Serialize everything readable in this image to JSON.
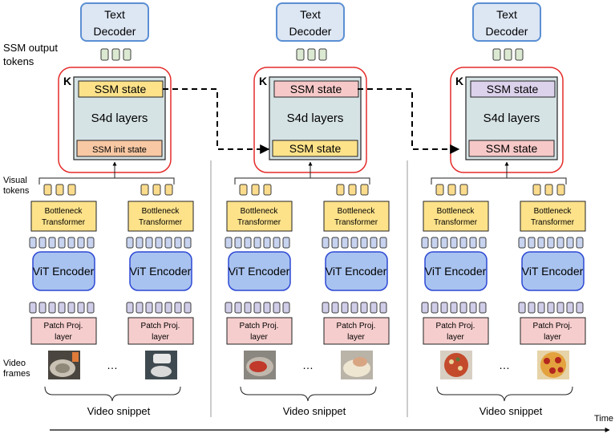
{
  "left_labels": {
    "ssm_output_tokens": [
      "SSM output",
      "tokens"
    ],
    "visual_tokens": [
      "Visual",
      "tokens"
    ],
    "video_frames": [
      "Video",
      "frames"
    ]
  },
  "panels": [
    {
      "text_decoder": [
        "Text",
        "Decoder"
      ],
      "k_label": "K",
      "ssm_top_state": "SSM state",
      "s4d_label": "S4d layers",
      "ssm_bottom_state": "SSM init state",
      "bottleneck": [
        "Bottleneck",
        "Transformer"
      ],
      "vit": "ViT Encoder",
      "patch_proj": [
        "Patch Proj.",
        "layer"
      ],
      "ellipsis": "…",
      "snippet": "Video snippet",
      "colors": {
        "top_state": "#fde28a",
        "bottom_state": "#f7c8a3"
      },
      "frames": [
        "kitchen mixer bowl",
        "stand mixer"
      ]
    },
    {
      "text_decoder": [
        "Text",
        "Decoder"
      ],
      "k_label": "K",
      "ssm_top_state": "SSM state",
      "s4d_label": "S4d layers",
      "ssm_bottom_state": "SSM state",
      "bottleneck": [
        "Bottleneck",
        "Transformer"
      ],
      "vit": "ViT Encoder",
      "patch_proj": [
        "Patch Proj.",
        "layer"
      ],
      "ellipsis": "…",
      "snippet": "Video snippet",
      "colors": {
        "top_state": "#f6c9c8",
        "bottom_state": "#fde28a"
      },
      "frames": [
        "sauce on dough",
        "hand kneading dough"
      ]
    },
    {
      "text_decoder": [
        "Text",
        "Decoder"
      ],
      "k_label": "K",
      "ssm_top_state": "SSM state",
      "s4d_label": "S4d layers",
      "ssm_bottom_state": "SSM state",
      "bottleneck": [
        "Bottleneck",
        "Transformer"
      ],
      "vit": "ViT Encoder",
      "patch_proj": [
        "Patch Proj.",
        "layer"
      ],
      "ellipsis": "…",
      "snippet": "Video snippet",
      "colors": {
        "top_state": "#dcd2ec",
        "bottom_state": "#f6c9c8"
      },
      "frames": [
        "pizza with toppings",
        "pepperoni pizza"
      ]
    }
  ],
  "time_label": "Time"
}
